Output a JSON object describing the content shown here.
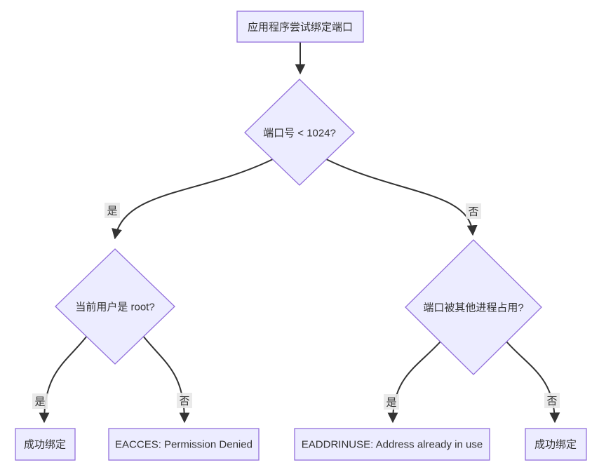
{
  "diagram": {
    "type": "flowchart",
    "orientation": "top-down",
    "colors": {
      "background": "#ffffff",
      "node_fill": "#ECECFF",
      "node_border": "#9370DB",
      "edge_color": "#333333",
      "label_bg": "#e8e8e8",
      "text_color": "#333333"
    },
    "nodes": {
      "start": {
        "shape": "rect",
        "label": "应用程序尝试绑定端口"
      },
      "port_check": {
        "shape": "diamond",
        "label": "端口号 < 1024?"
      },
      "root_check": {
        "shape": "diamond",
        "label": "当前用户是 root?"
      },
      "inuse_check": {
        "shape": "diamond",
        "label": "端口被其他进程占用?"
      },
      "bind_ok_left": {
        "shape": "rect",
        "label": "成功绑定"
      },
      "eacces": {
        "shape": "rect",
        "label": "EACCES: Permission Denied"
      },
      "eaddrinuse": {
        "shape": "rect",
        "label": "EADDRINUSE: Address already in use"
      },
      "bind_ok_right": {
        "shape": "rect",
        "label": "成功绑定"
      }
    },
    "edges": [
      {
        "from": "start",
        "to": "port_check",
        "label": ""
      },
      {
        "from": "port_check",
        "to": "root_check",
        "label": "是"
      },
      {
        "from": "port_check",
        "to": "inuse_check",
        "label": "否"
      },
      {
        "from": "root_check",
        "to": "bind_ok_left",
        "label": "是"
      },
      {
        "from": "root_check",
        "to": "eacces",
        "label": "否"
      },
      {
        "from": "inuse_check",
        "to": "eaddrinuse",
        "label": "是"
      },
      {
        "from": "inuse_check",
        "to": "bind_ok_right",
        "label": "否"
      }
    ]
  }
}
